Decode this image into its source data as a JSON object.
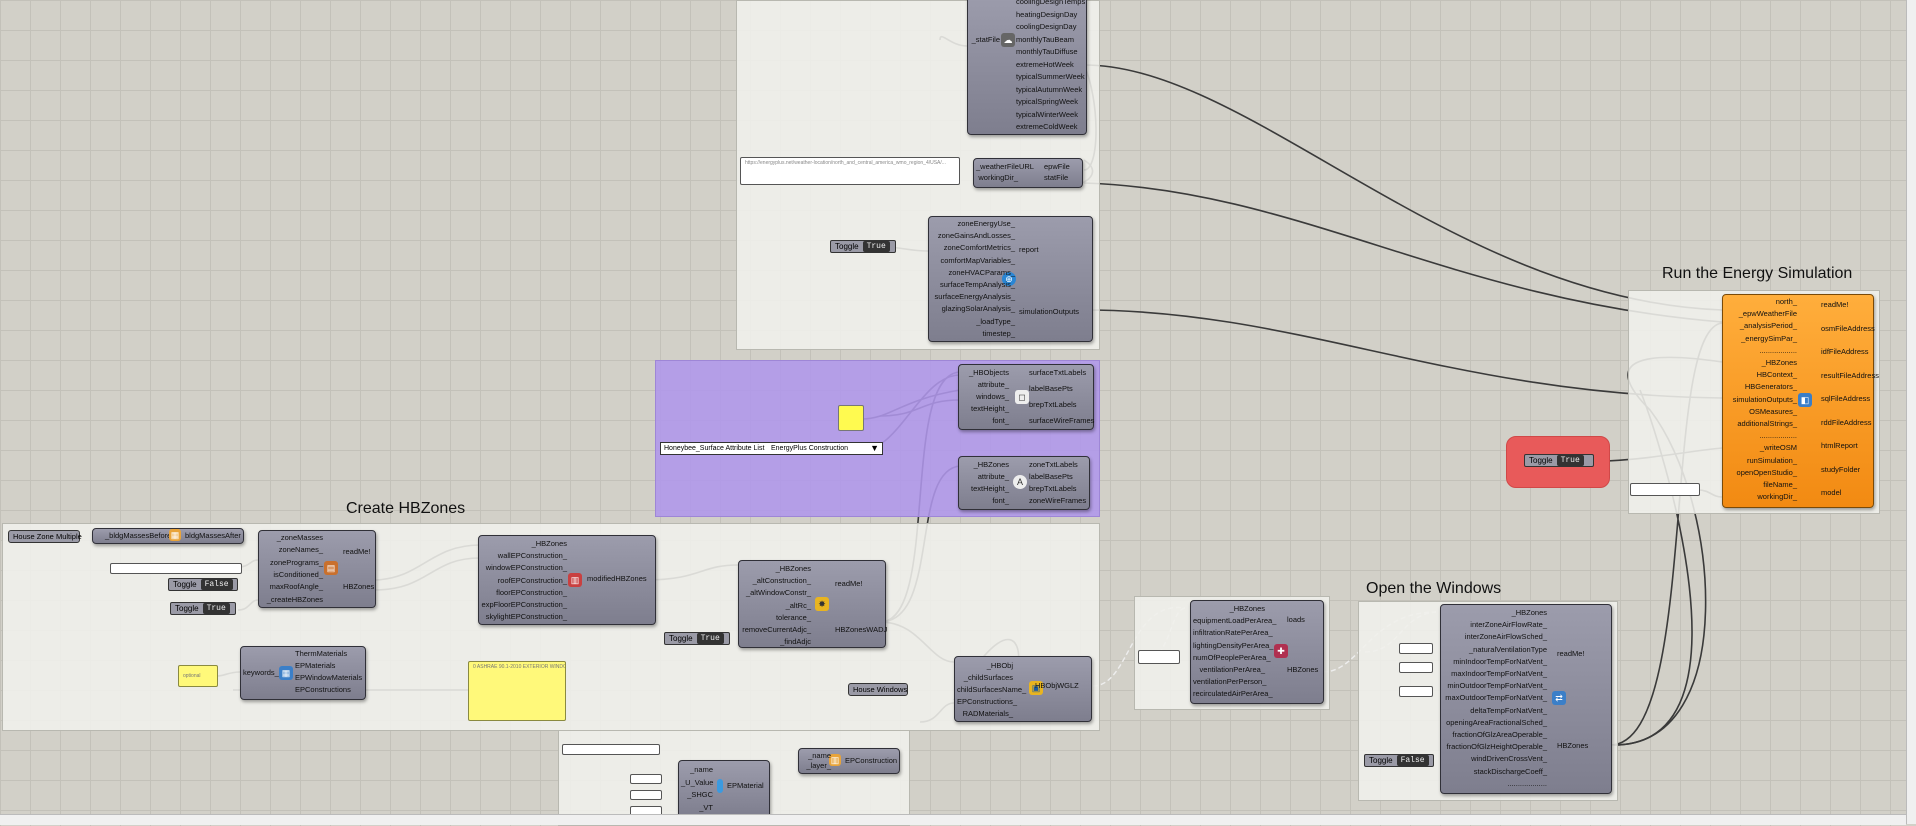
{
  "titles": {
    "run": "Run the Energy Simulation",
    "create": "Create HBZones",
    "open": "Open the Windows"
  },
  "weather": {
    "outputs": [
      "coolingDesignTemps",
      "heatingDesignDay",
      "coolingDesignDay",
      "monthlyTauBeam",
      "monthlyTauDiffuse",
      "extremeHotWeek",
      "typicalSummerWeek",
      "typicalAutumnWeek",
      "typicalSpringWeek",
      "typicalWinterWeek",
      "extremeColdWeek"
    ],
    "input": "_statFile"
  },
  "download": {
    "inputs": [
      "_weatherFileURL",
      "workingDir_"
    ],
    "outputs": [
      "epwFile",
      "statFile"
    ],
    "panel_text": "https://energyplus.net/weather-location/north_and_central_america_wmo_region_4/USA/..."
  },
  "outputs_comp": {
    "inputs": [
      "zoneEnergyUse_",
      "zoneGainsAndLosses_",
      "zoneComfortMetrics_",
      "comfortMapVariables_",
      "zoneHVACParams_",
      "surfaceTempAnalysis_",
      "surfaceEnergyAnalysis_",
      "glazingSolarAnalysis_",
      "_loadType_",
      "timestep_"
    ],
    "outputs": [
      "report",
      "simulationOutputs"
    ]
  },
  "toggles": {
    "outputs": {
      "label": "Toggle",
      "value": "True"
    },
    "run": {
      "label": "Toggle",
      "value": "True"
    },
    "mass1": {
      "label": "Toggle",
      "value": "False"
    },
    "mass2": {
      "label": "Toggle",
      "value": "True"
    },
    "glz": {
      "label": "Toggle",
      "value": "True"
    },
    "windows": {
      "label": "Toggle",
      "value": "False"
    }
  },
  "run_comp": {
    "inputs": [
      "north_",
      "_epwWeatherFile",
      "_analysisPeriod_",
      "_energySimPar_",
      "..................",
      "_HBZones",
      "HBContext_",
      "HBGenerators_",
      "simulationOutputs_",
      "OSMeasures_",
      "additionalStrings_",
      "..................",
      "_writeOSM",
      "runSimulation_",
      "openOpenStudio_",
      "fileName_",
      "workingDir_"
    ],
    "outputs": [
      "readMe!",
      "osmFileAddress",
      "idfFileAddress",
      "resultFileAddress",
      "sqlFileAddress",
      "rddFileAddress",
      "htmlReport",
      "studyFolder",
      "model"
    ]
  },
  "label_surf": {
    "inputs": [
      "_HBObjects",
      "attribute_",
      "windows_",
      "textHeight_",
      "font_"
    ],
    "outputs": [
      "surfaceTxtLabels",
      "labelBasePts",
      "brepTxtLabels",
      "surfaceWireFrames"
    ]
  },
  "label_zone": {
    "inputs": [
      "_HBZones",
      "attribute_",
      "textHeight_",
      "font_"
    ],
    "outputs": [
      "zoneTxtLabels",
      "labelBasePts",
      "brepTxtLabels",
      "zoneWireFrames"
    ]
  },
  "attr_list": {
    "label": "Honeybee_Surface Attribute List",
    "value": "EnergyPlus Construction"
  },
  "masses": {
    "label": "House Zone Multiple",
    "masses2zones_inputs": [
      "_bldgMassesBefore"
    ],
    "masses2zones_outputs": [
      "bldgMassesAfter"
    ]
  },
  "mass2zone": {
    "inputs": [
      "_zoneMasses",
      "zoneNames_",
      "zonePrograms_",
      "isConditioned_",
      "maxRoofAngle_",
      "_createHBZones"
    ],
    "outputs": [
      "readMe!",
      "HBZones"
    ]
  },
  "setEP": {
    "inputs": [
      "_HBZones",
      "wallEPConstruction_",
      "windowEPConstruction_",
      "roofEPConstruction_",
      "floorEPConstruction_",
      "expFloorEPConstruction_",
      "skylightEPConstruction_"
    ],
    "outputs": [
      "modifiedHBZones"
    ]
  },
  "glzbased": {
    "inputs": [
      "_HBZones",
      "_altConstruction_",
      "_altWindowConstr_",
      "_altRc_",
      "tolerance_",
      "removeCurrentAdjc_",
      "_findAdjc"
    ],
    "outputs": [
      "readMe!",
      "HBZonesWADJ"
    ]
  },
  "search": {
    "inputs": [
      "keywords_"
    ],
    "outputs": [
      "ThermMaterials",
      "EPMaterials",
      "EPWindowMaterials",
      "EPConstructions"
    ],
    "panel": "optional"
  },
  "yellow_panel": {
    "text": "0 ASHRAE 90.1-2010 EXTERIOR WINDOW ..."
  },
  "addWin": {
    "inputs": [
      "_HBObj",
      "_childSurfaces",
      "childSurfacesName_",
      "EPConstructions_",
      "RADMaterials_"
    ],
    "outputs": [
      "HBObjWGLZ"
    ],
    "param": "House Windows"
  },
  "loads": {
    "inputs": [
      "_HBZones",
      "equipmentLoadPerArea_",
      "infiltrationRatePerArea_",
      "lightingDensityPerArea_",
      "numOfPeoplePerArea_",
      "ventilationPerArea_",
      "ventilationPerPerson_",
      "recirculatedAirPerArea_"
    ],
    "outputs": [
      "loads",
      "HBZones"
    ]
  },
  "nv": {
    "inputs": [
      "_HBZones",
      "interZoneAirFlowRate_",
      "interZoneAirFlowSched_",
      "_naturalVentilationType",
      "minIndoorTempForNatVent_",
      "maxIndoorTempForNatVent_",
      "minOutdoorTempForNatVent_",
      "maxOutdoorTempForNatVent_",
      "deltaTempForNatVent_",
      "openingAreaFractionalSched_",
      "fractionOfGlzAreaOperable_",
      "fractionOfGlzHeightOperable_",
      "windDrivenCrossVent_",
      "stackDischargeCoeff_",
      "..................."
    ],
    "outputs": [
      "readMe!",
      "HBZones"
    ]
  },
  "construct": {
    "inputs": [
      "_name",
      "_layer_"
    ],
    "outputs": [
      "EPConstruction"
    ]
  },
  "material": {
    "inputs": [
      "_name",
      "_U_Value",
      "_SHGC",
      "_VT"
    ],
    "outputs": [
      "EPMaterial"
    ]
  }
}
